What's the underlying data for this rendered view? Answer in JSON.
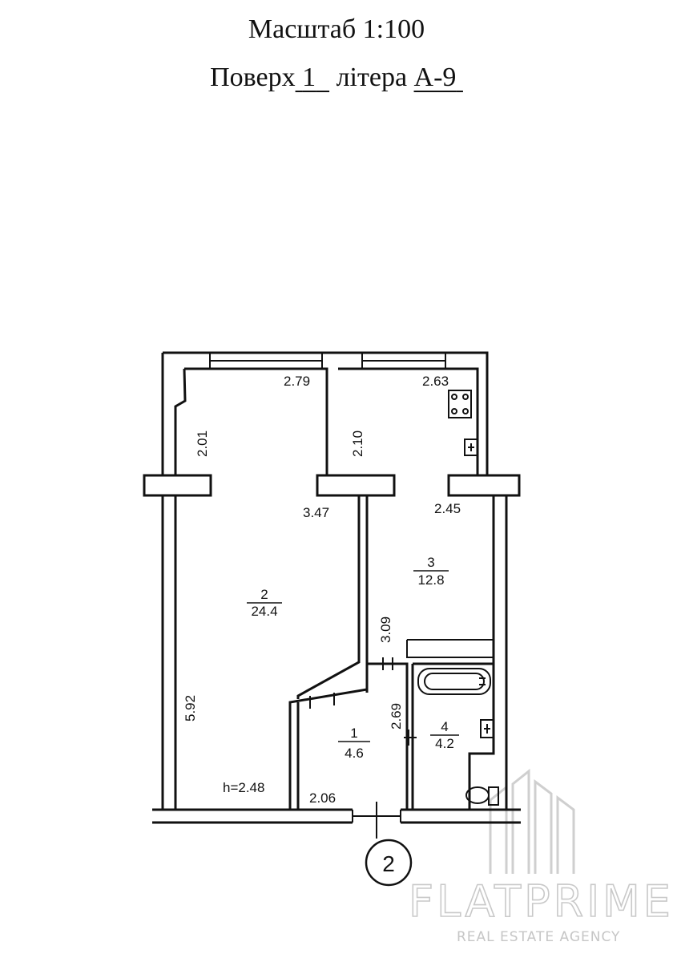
{
  "header": {
    "scale_label": "Масштаб 1:100",
    "floor_prefix": "Поверх",
    "floor_value": "1",
    "letter_prefix": "літера",
    "letter_value": "А-9"
  },
  "plan": {
    "dimensions": {
      "top_left_width": "2.79",
      "top_right_width": "2.63",
      "left_upper_height": "2.01",
      "middle_upper_height": "2.10",
      "room2_width": "3.47",
      "room3_width": "2.45",
      "corridor_height": "3.09",
      "left_height": "5.92",
      "hall_height": "2.69",
      "hall_width": "2.06",
      "ceiling_height": "h=2.48"
    },
    "rooms": [
      {
        "number": "1",
        "area": "4.6"
      },
      {
        "number": "2",
        "area": "24.4"
      },
      {
        "number": "3",
        "area": "12.8"
      },
      {
        "number": "4",
        "area": "4.2"
      }
    ],
    "entrance_marker": "2"
  },
  "watermark": {
    "brand": "FLATPRIME",
    "tagline": "REAL ESTATE AGENCY"
  },
  "colors": {
    "wall": "#111111",
    "watermark": "#c9c9c9"
  }
}
